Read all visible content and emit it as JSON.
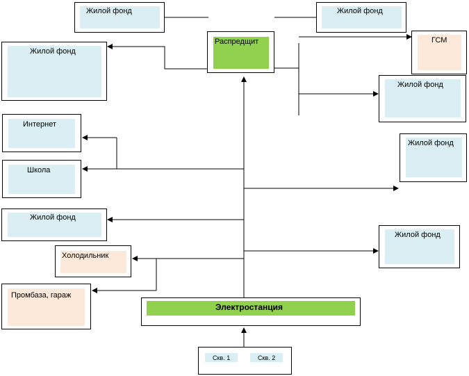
{
  "nodes": {
    "residential_top_left": "Жилой фонд",
    "residential_top_right": "Жилой фонд",
    "distribution": "Распредщит",
    "residential_left": "Жилой фонд",
    "fuel": "ГСМ",
    "residential_right_1": "Жилой фонд",
    "internet": "Интернет",
    "school": "Школа",
    "residential_right_2": "Жилой фонд",
    "residential_left_2": "Жилой фонд",
    "residential_right_3": "Жилой фонд",
    "refrigerator": "Холодильник",
    "industrial_base": "Промбаза, гараж",
    "power_station": "Электростанция",
    "well_1": "Скв. 1",
    "well_2": "Скв. 2"
  },
  "colors": {
    "residential": "#daeef3",
    "service": "#fde9d9",
    "power": "#92d050"
  }
}
